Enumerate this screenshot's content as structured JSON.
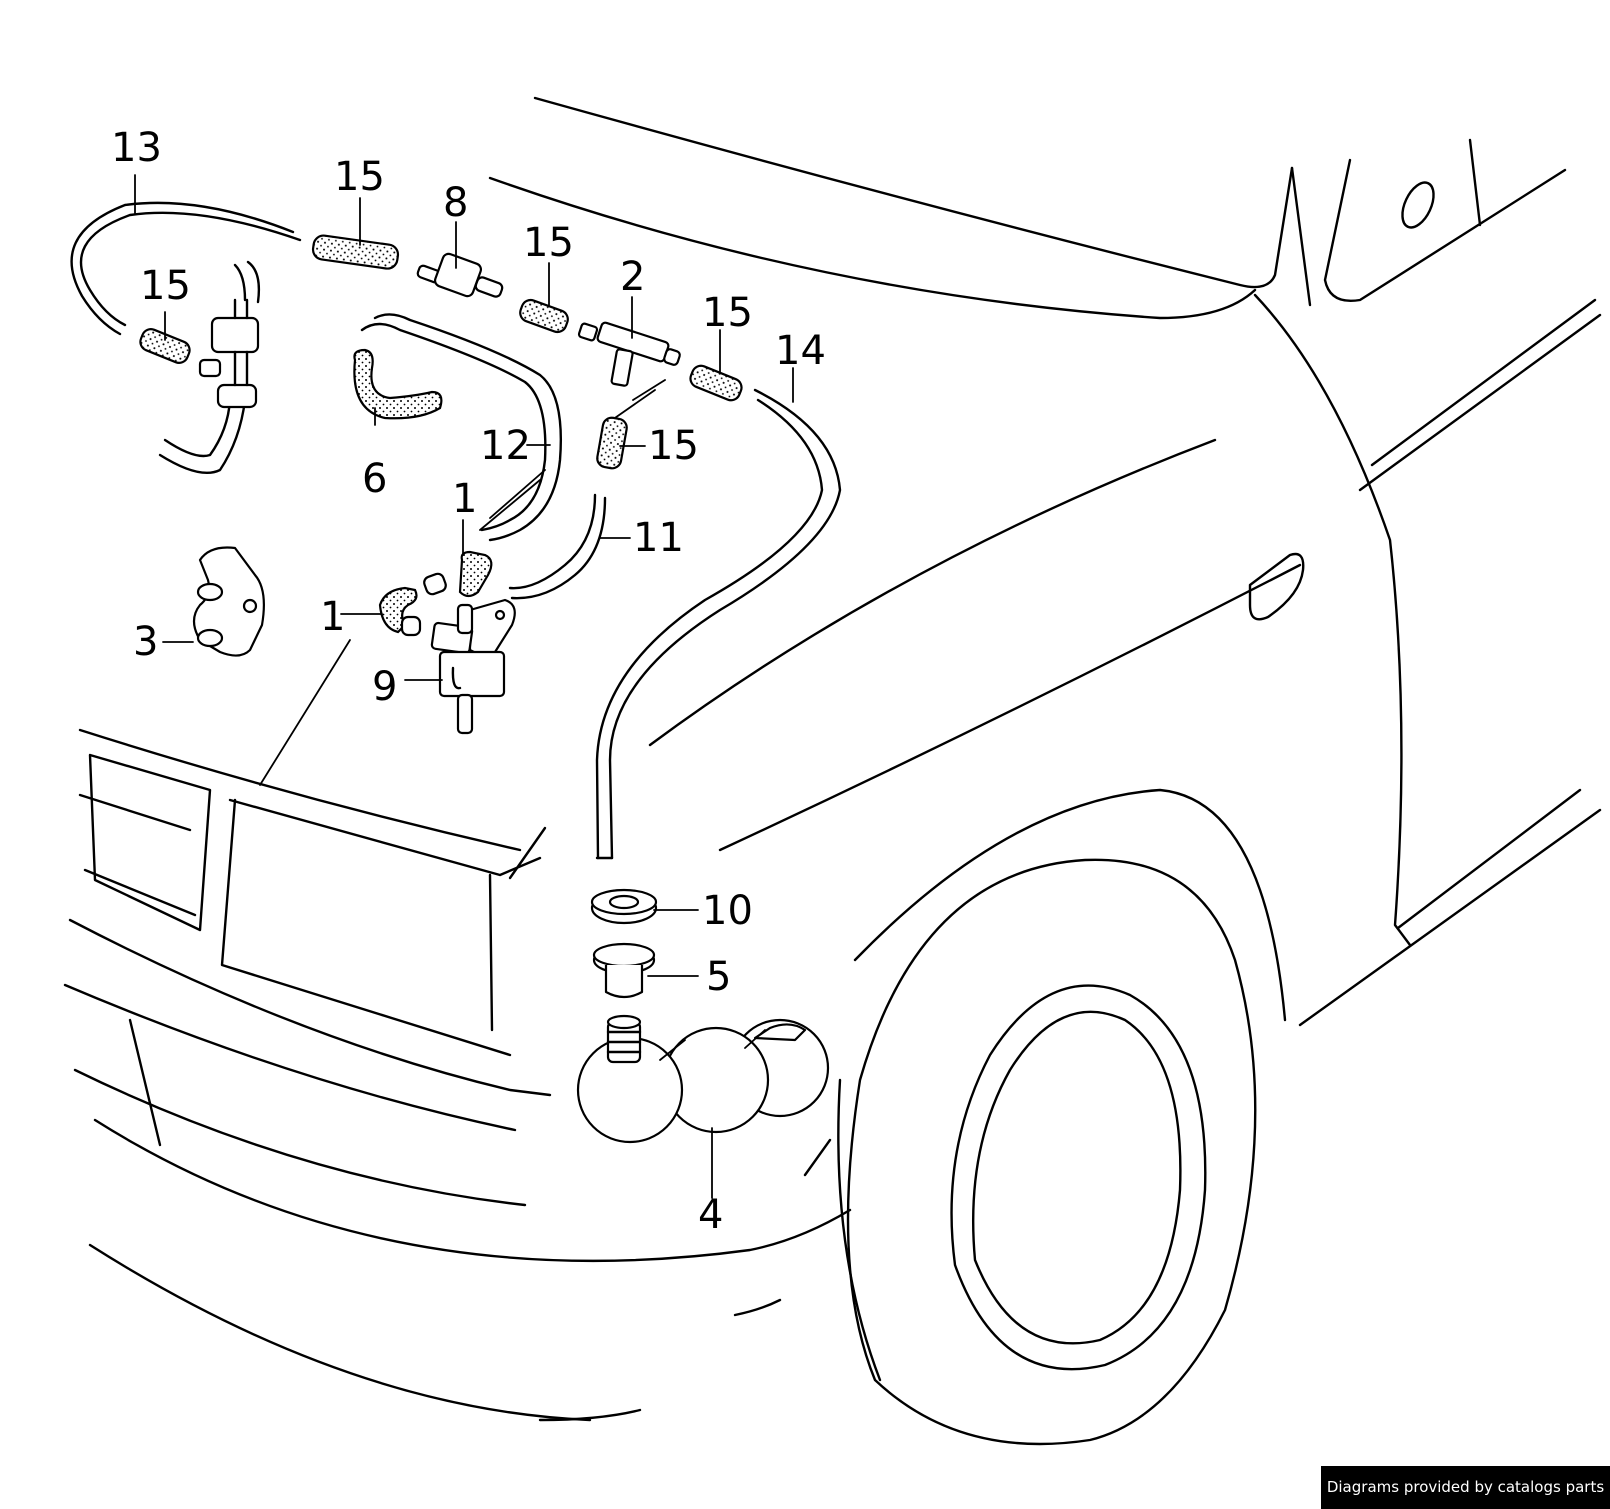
{
  "diagram": {
    "callouts": [
      {
        "id": "c13",
        "label": "13"
      },
      {
        "id": "c15a",
        "label": "15"
      },
      {
        "id": "c15b",
        "label": "15"
      },
      {
        "id": "c8",
        "label": "8"
      },
      {
        "id": "c15c",
        "label": "15"
      },
      {
        "id": "c2",
        "label": "2"
      },
      {
        "id": "c15d",
        "label": "15"
      },
      {
        "id": "c14",
        "label": "14"
      },
      {
        "id": "c6",
        "label": "6"
      },
      {
        "id": "c12",
        "label": "12"
      },
      {
        "id": "c15e",
        "label": "15"
      },
      {
        "id": "c1a",
        "label": "1"
      },
      {
        "id": "c11",
        "label": "11"
      },
      {
        "id": "c3",
        "label": "3"
      },
      {
        "id": "c1b",
        "label": "1"
      },
      {
        "id": "c9",
        "label": "9"
      },
      {
        "id": "c10",
        "label": "10"
      },
      {
        "id": "c5",
        "label": "5"
      },
      {
        "id": "c4",
        "label": "4"
      }
    ]
  },
  "footer": {
    "credit": "Diagrams provided by catalogs parts"
  }
}
